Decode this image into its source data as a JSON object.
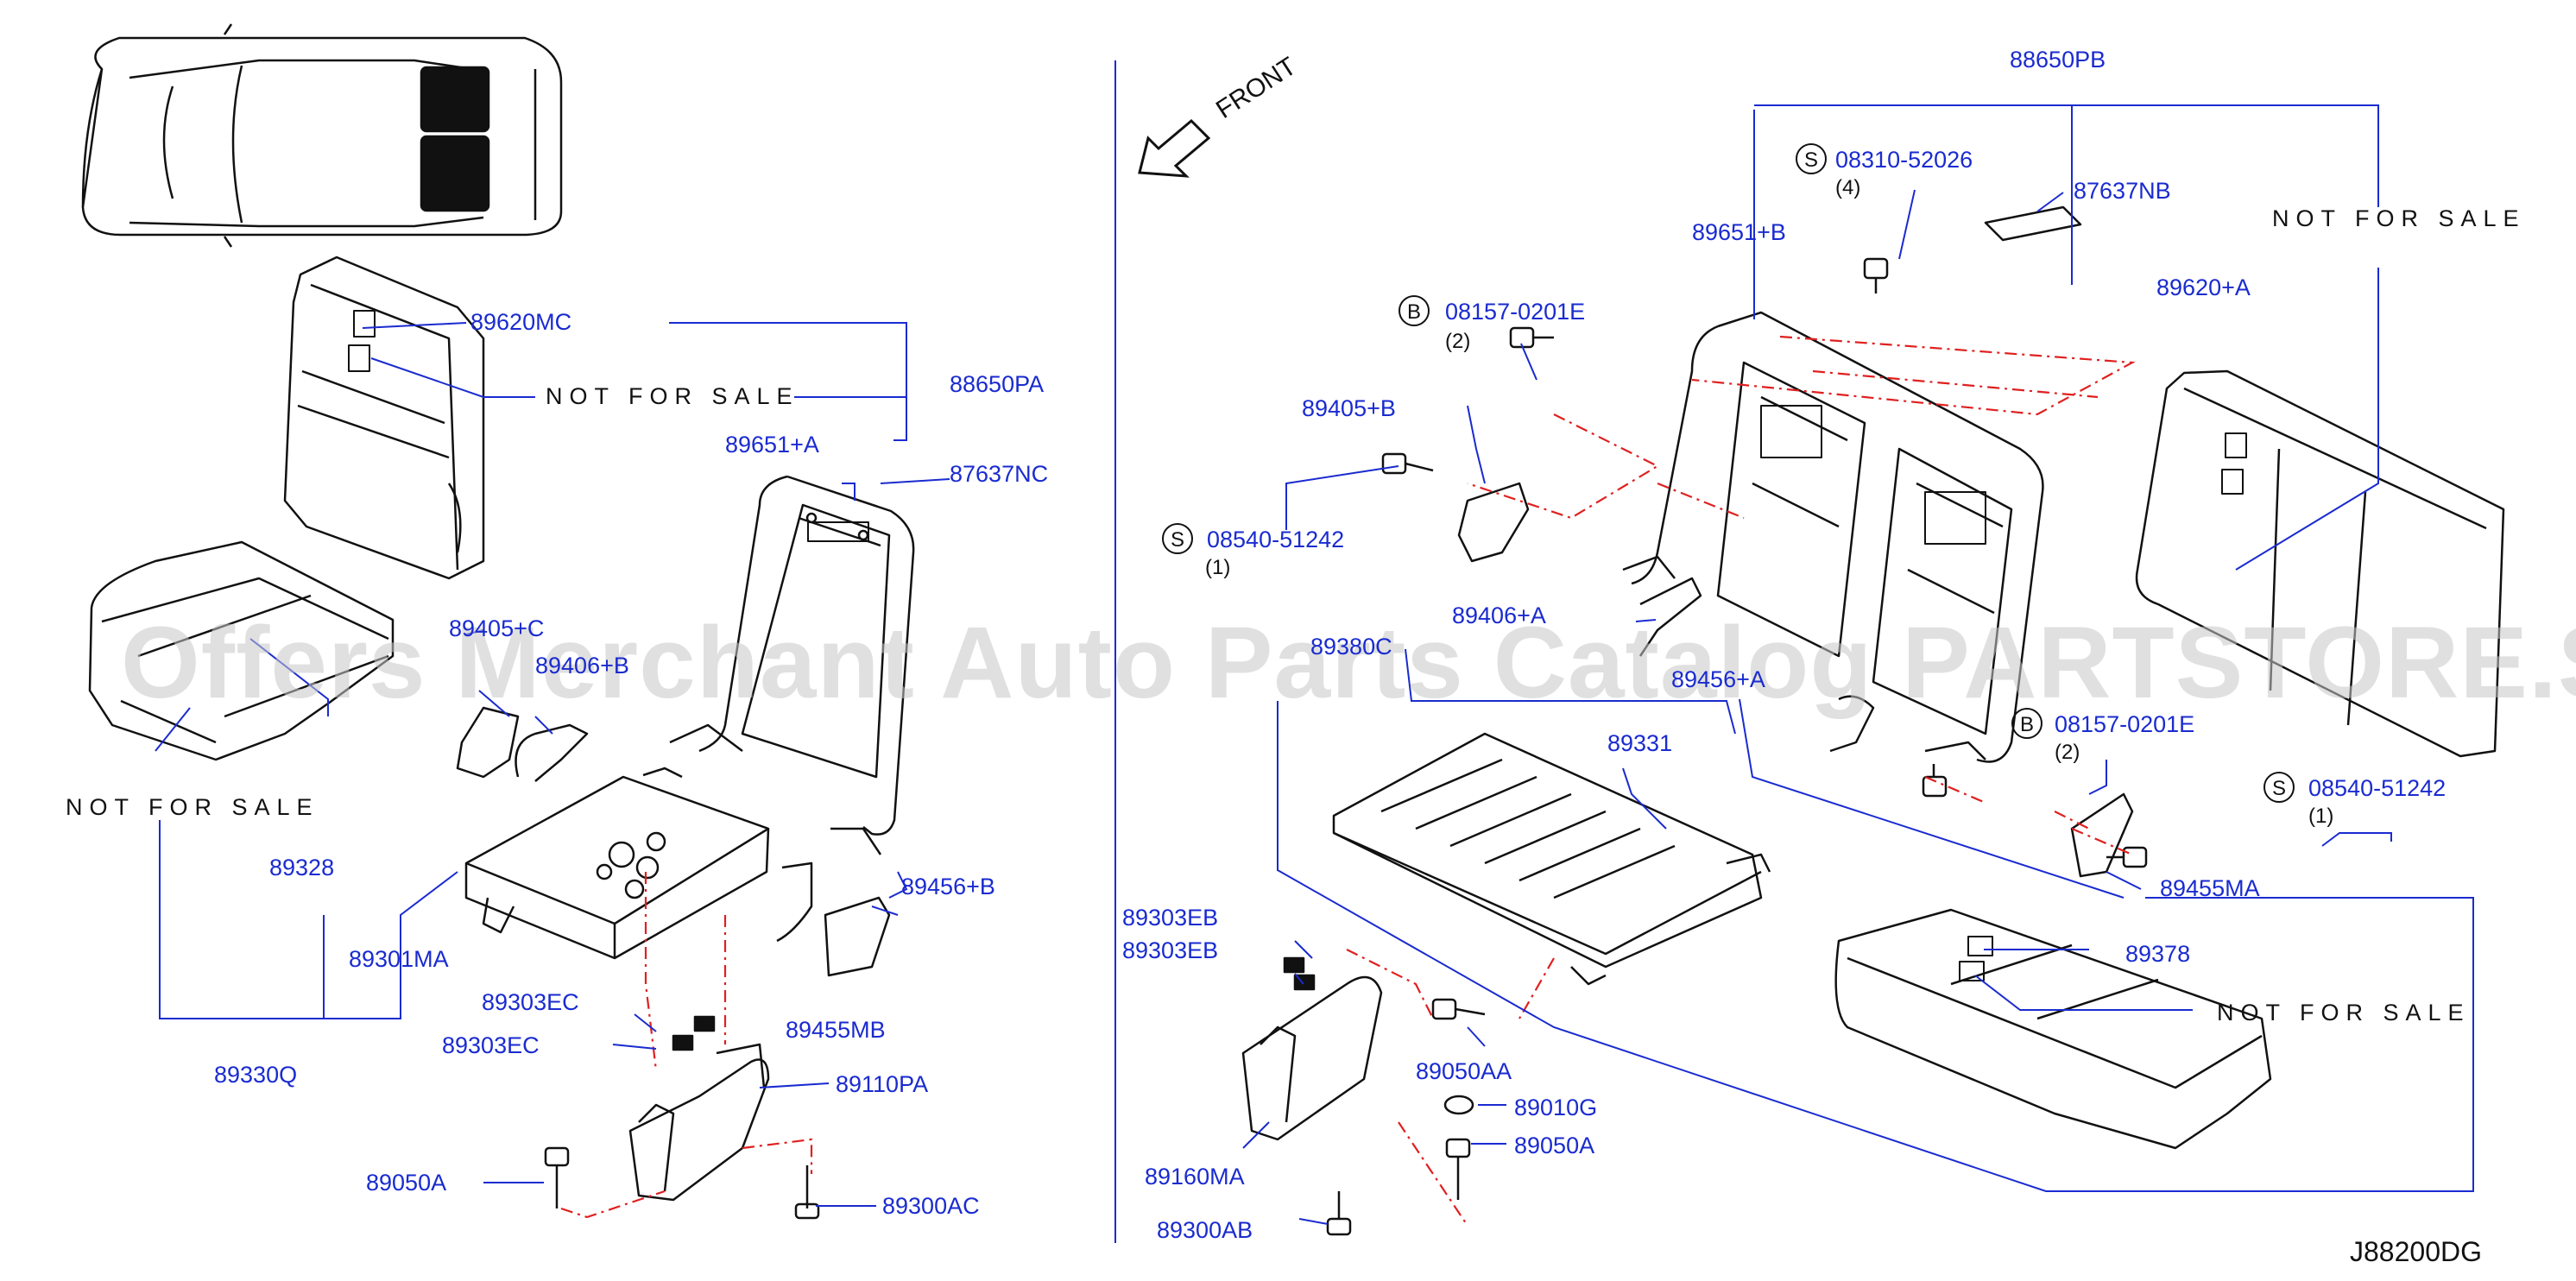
{
  "diagram": {
    "code": "J88200DG",
    "front_label": "FRONT",
    "watermark": "Offers Merchant Auto Parts Catalog PARTSTORE.SA",
    "not_for_sale": "NOT FOR SALE",
    "colors": {
      "part_label": "#1a2bd0",
      "leader": "#1a2bd0",
      "drawing": "#111111",
      "hidden": "#e02020"
    }
  },
  "left": {
    "labels": {
      "p89620MC": "89620MC",
      "p88650PA": "88650PA",
      "p89651A": "89651+A",
      "p87637NC": "87637NC",
      "p89405C": "89405+C",
      "p89406B": "89406+B",
      "p89328": "89328",
      "p89301MA": "89301MA",
      "p89456B": "89456+B",
      "p89455MB": "89455MB",
      "p89330Q": "89330Q",
      "p89303EC_1": "89303EC",
      "p89303EC_2": "89303EC",
      "p89110PA": "89110PA",
      "p89050A": "89050A",
      "p89300AC": "89300AC"
    }
  },
  "right": {
    "labels": {
      "p88650PB": "88650PB",
      "p08310": "08310-52026",
      "q4": "(4)",
      "p87637NB": "87637NB",
      "p89651B": "89651+B",
      "p89620A": "89620+A",
      "p08157a": "08157-0201E",
      "q2a": "(2)",
      "p89405B": "89405+B",
      "p08540a": "08540-51242",
      "q1a": "(1)",
      "p89406A": "89406+A",
      "p89380C": "89380C",
      "p89456A": "89456+A",
      "p89331": "89331",
      "p08157b": "08157-0201E",
      "q2b": "(2)",
      "p08540b": "08540-51242",
      "q1b": "(1)",
      "p89455MA": "89455MA",
      "p89378": "89378",
      "p89303EB_1": "89303EB",
      "p89303EB_2": "89303EB",
      "p89050AA": "89050AA",
      "p89010G": "89010G",
      "p89050A": "89050A",
      "p89160MA": "89160MA",
      "p89300AB": "89300AB"
    },
    "prefix": {
      "s": "S",
      "b": "B"
    }
  }
}
